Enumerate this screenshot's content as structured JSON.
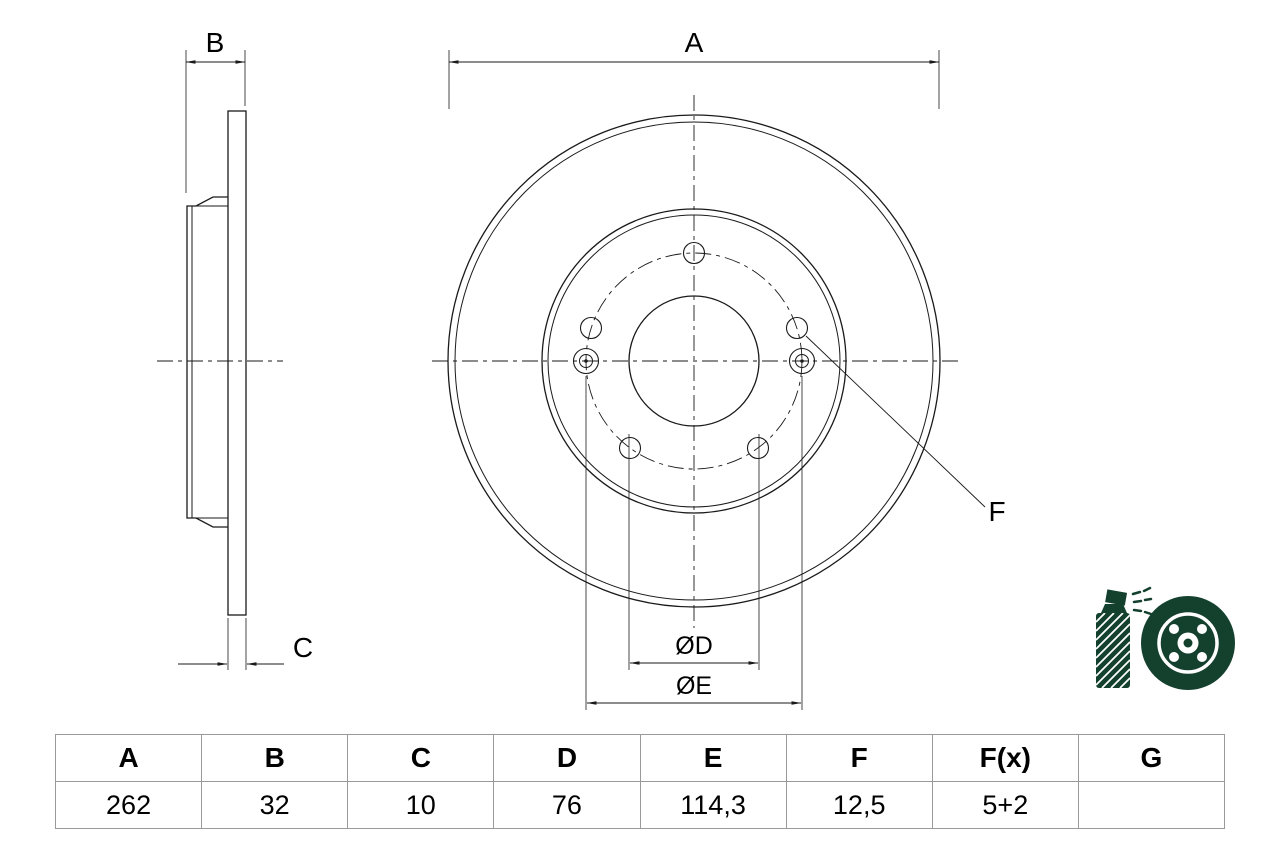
{
  "drawing": {
    "dim_labels": {
      "a": "A",
      "b": "B",
      "c": "C",
      "d": "ØD",
      "e": "ØE",
      "f": "F"
    }
  },
  "table": {
    "headers": [
      "A",
      "B",
      "C",
      "D",
      "E",
      "F",
      "F(x)",
      "G"
    ],
    "values": [
      "262",
      "32",
      "10",
      "76",
      "114,3",
      "12,5",
      "5+2",
      ""
    ]
  },
  "icons": {
    "spray_can": "spray-can-icon",
    "brake_disc": "brake-disc-icon"
  },
  "colors": {
    "line": "#1a1a1a",
    "pictogram": "#14402e",
    "table_border": "#9a9a9a"
  }
}
